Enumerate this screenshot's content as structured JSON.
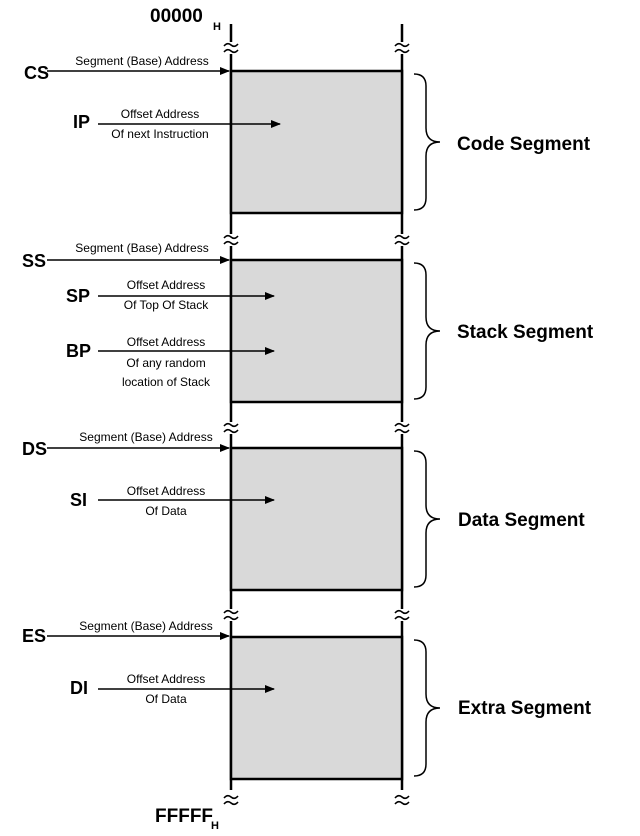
{
  "address_top": {
    "value": "00000",
    "subscript": "H"
  },
  "address_bottom": {
    "value": "FFFFF",
    "subscript": "H"
  },
  "segments": [
    {
      "name": "Code Segment",
      "base_register": "CS",
      "base_label": "Segment (Base) Address",
      "offsets": [
        {
          "register": "IP",
          "line1": "Offset Address",
          "line2": "Of next Instruction"
        }
      ]
    },
    {
      "name": "Stack Segment",
      "base_register": "SS",
      "base_label": "Segment (Base) Address",
      "offsets": [
        {
          "register": "SP",
          "line1": "Offset Address",
          "line2": "Of Top Of Stack"
        },
        {
          "register": "BP",
          "line1": "Offset Address",
          "line2": "Of any random",
          "line3": "location of Stack"
        }
      ]
    },
    {
      "name": "Data Segment",
      "base_register": "DS",
      "base_label": "Segment (Base) Address",
      "offsets": [
        {
          "register": "SI",
          "line1": "Offset Address",
          "line2": "Of Data"
        }
      ]
    },
    {
      "name": "Extra Segment",
      "base_register": "ES",
      "base_label": "Segment (Base) Address",
      "offsets": [
        {
          "register": "DI",
          "line1": "Offset Address",
          "line2": "Of Data"
        }
      ]
    }
  ],
  "colors": {
    "segment_fill": "#d9d9d9",
    "line": "#000000"
  }
}
